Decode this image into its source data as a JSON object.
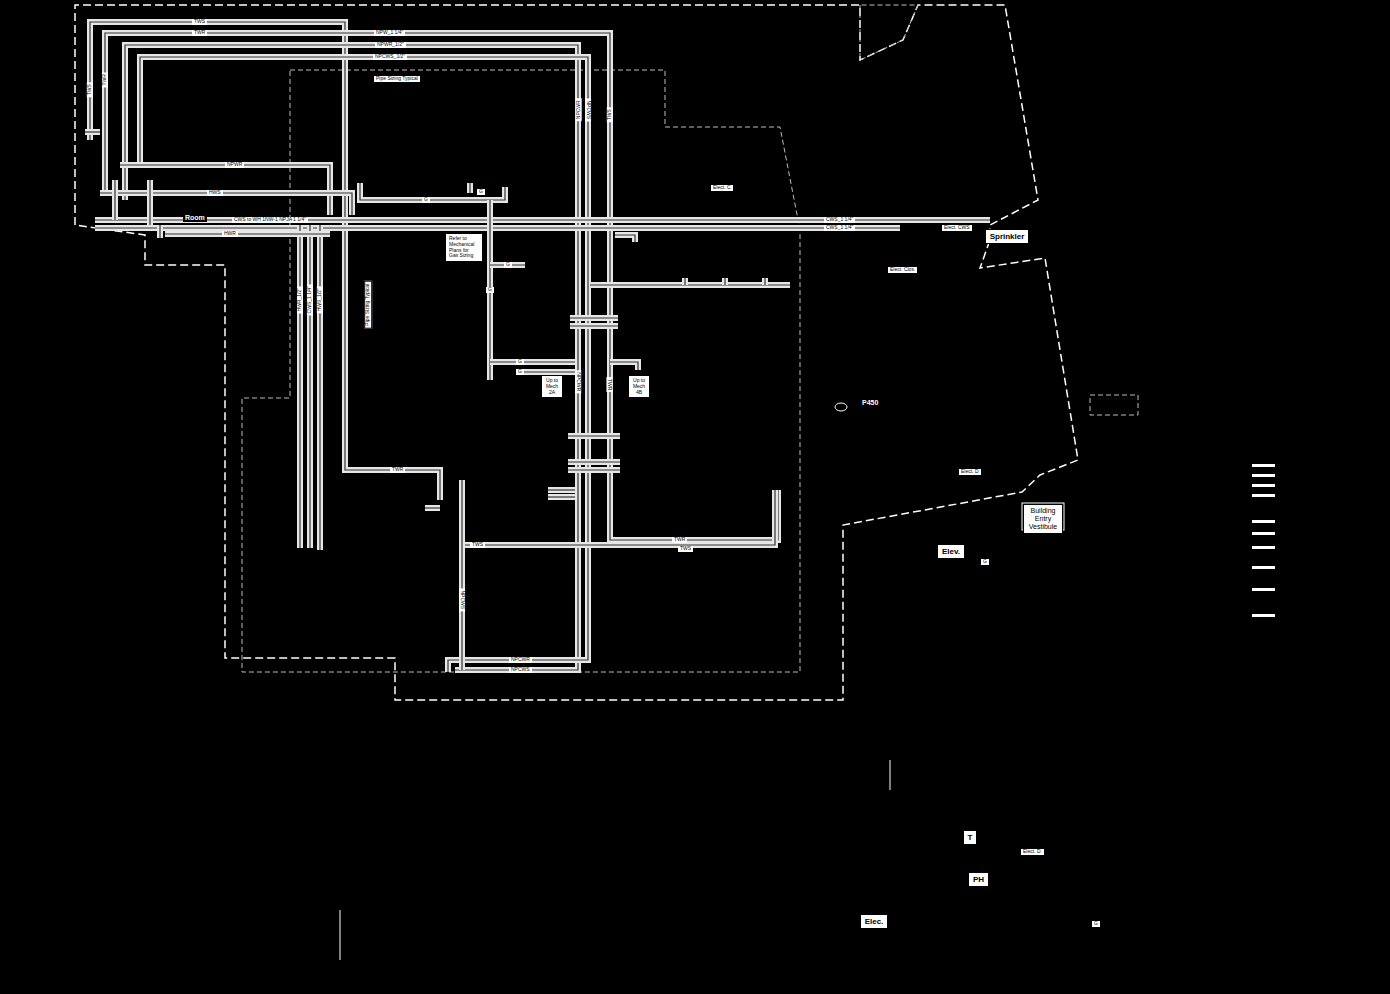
{
  "diagram": {
    "nodes": [
      {
        "text": [
          "Refer to Mechanical Plans for Gas Sizing"
        ]
      },
      {
        "text": [
          "Up to Mech 2A"
        ]
      },
      {
        "text": [
          "Up to Mech 4B"
        ]
      },
      {
        "text": [
          "Sprinkler"
        ]
      },
      {
        "text": [
          "Building Entry Vestibule"
        ]
      },
      {
        "text": [
          "Elev."
        ]
      },
      {
        "text": [
          "T"
        ]
      },
      {
        "text": [
          "PH"
        ]
      },
      {
        "text": [
          "Elec."
        ]
      }
    ],
    "labels": [
      "TWS",
      "TWR",
      "TWS",
      "TWR",
      "NPW_1 1/4\"",
      "NPWR_1/2\"",
      "NPCWS_1/2\"",
      "Pipe Sizing Typical",
      "NPCWR",
      "NPCWS",
      "TWS",
      "NPWR",
      "HWS",
      "Room",
      "CWS to WH 1NW-1 NPJA 1 1/4\"",
      "HWR",
      "CWS_1 1/4\"",
      "CWS_1 1/4\"",
      "Elect. CWS",
      "Elect. C",
      "G",
      "G",
      "G",
      "G",
      "G",
      "G",
      "Elect. Clos.",
      "HWR_1/2\"",
      "CWS_1 1/4\"",
      "HWS_1/2\"",
      "Pipe Sizing Typical",
      "NPCWR",
      "TWR",
      "P450",
      "Elect. D",
      "TWR",
      "TWS",
      "TWR",
      "TWS",
      "NPCWS",
      "NPCWR",
      "NPCWS",
      "Elect. D.",
      "G",
      "G"
    ]
  }
}
